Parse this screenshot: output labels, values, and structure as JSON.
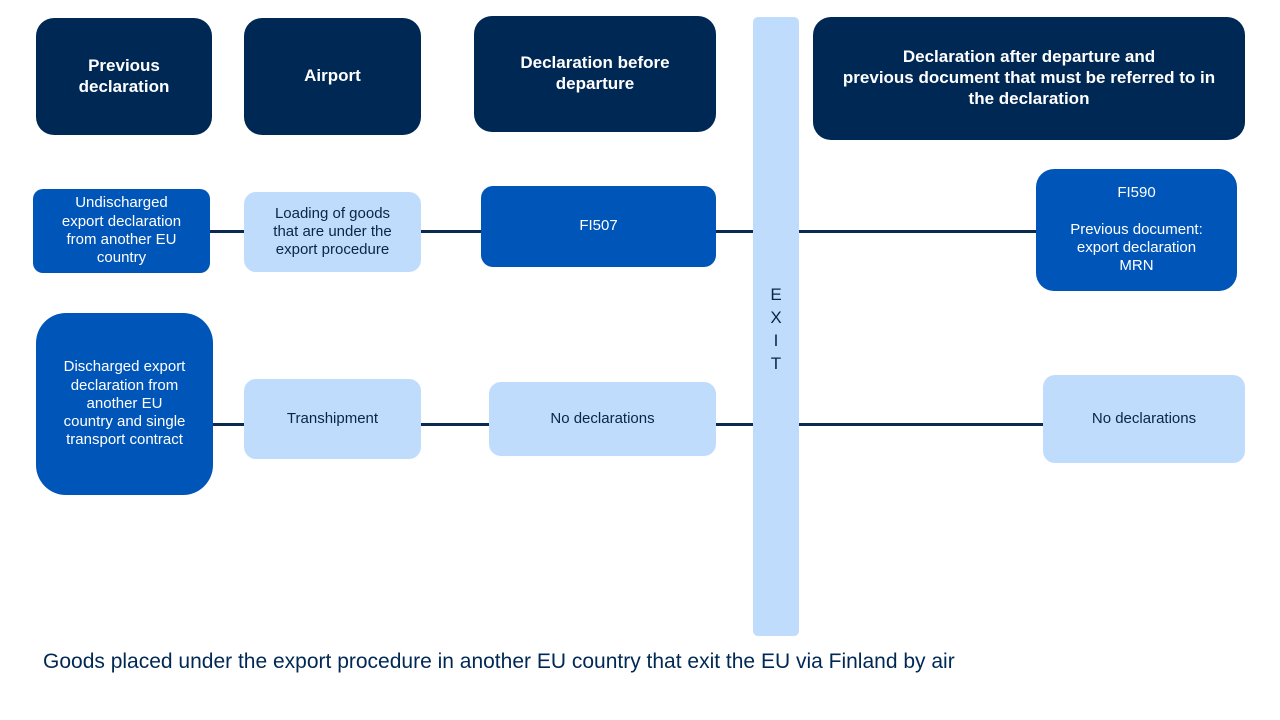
{
  "headers": [
    "Previous\ndeclaration",
    "Airport",
    "Declaration before\ndeparture",
    "Declaration after departure and\nprevious document that must be referred to in\nthe declaration"
  ],
  "exit_label": "E\nX\nI\nT",
  "row1": {
    "previous": "Undischarged\nexport declaration\nfrom another EU\ncountry",
    "airport": "Loading of goods\nthat are under the\nexport procedure",
    "before": "FI507",
    "after": "FI590\n\nPrevious document:\nexport declaration\nMRN"
  },
  "row2": {
    "previous": "Discharged export\ndeclaration from\nanother EU\ncountry and single\ntransport contract",
    "airport": "Transhipment",
    "before": "No declarations",
    "after": "No declarations"
  },
  "caption": "Goods placed under the export procedure in another EU country that exit the EU via Finland by air",
  "colors": {
    "navy": "#002855",
    "blue": "#0055b8",
    "light": "#bfdcfc"
  }
}
